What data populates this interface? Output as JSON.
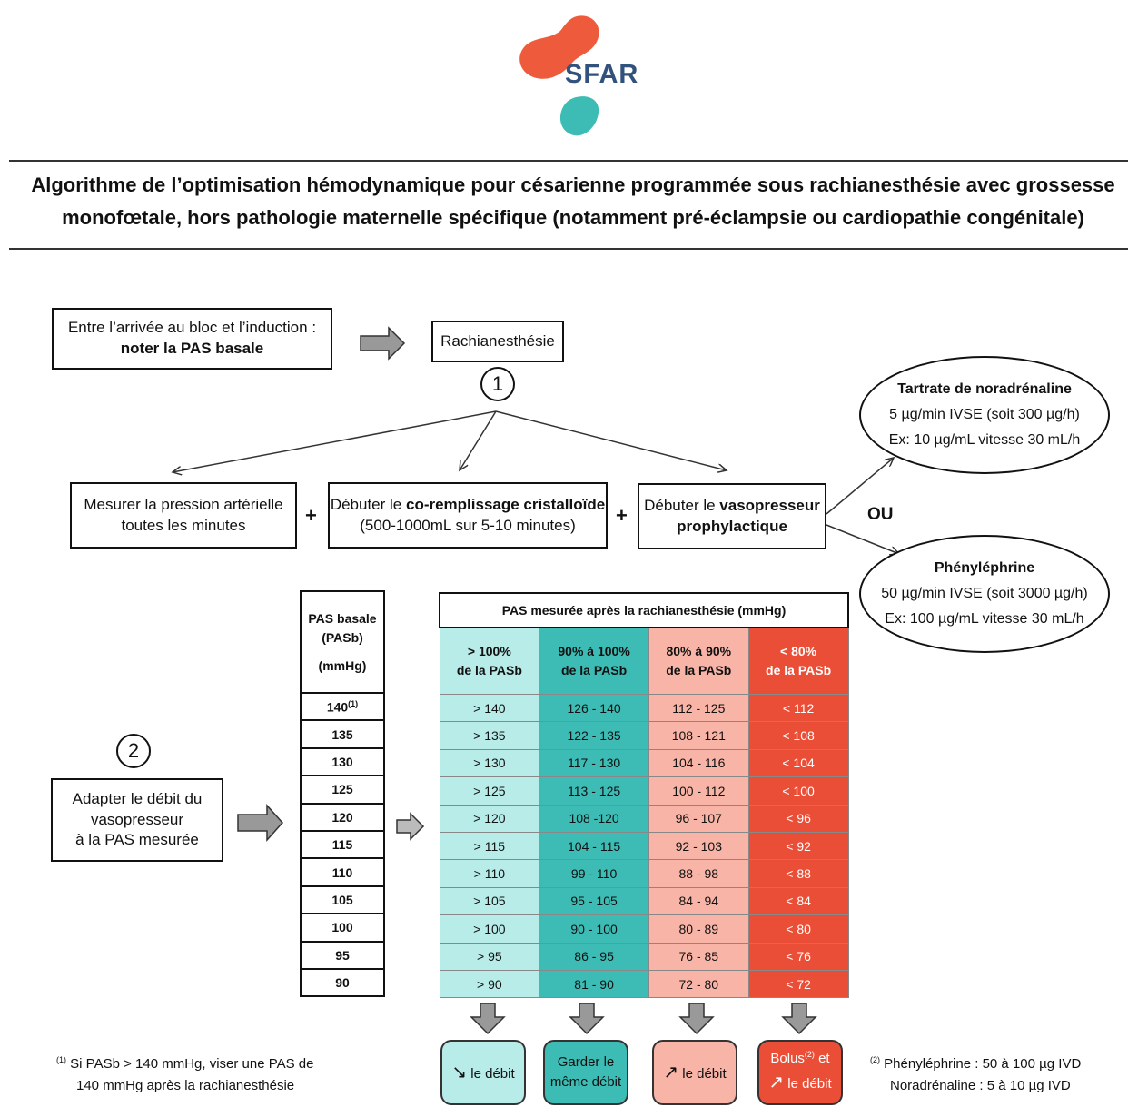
{
  "logo": {
    "text": "SFAR"
  },
  "title": {
    "line1": "Algorithme de l’optimisation hémodynamique pour césarienne programmée sous rachianesthésie avec grossesse",
    "line2": "monofœtale, hors pathologie maternelle spécifique (notamment pré-éclampsie ou cardiopathie congénitale)"
  },
  "step_markers": {
    "one": "1",
    "two": "2"
  },
  "box_arrival": {
    "line1": "Entre l’arrivée au bloc et l’induction :",
    "line2": "noter la PAS basale"
  },
  "box_rachi": "Rachianesthésie",
  "box_measure": {
    "line1": "Mesurer la pression artérielle",
    "line2": "toutes les minutes"
  },
  "box_coremp": {
    "prefix": "Débuter le ",
    "bold": "co-remplissage cristalloïde",
    "line2": "(500-1000mL sur 5-10 minutes)"
  },
  "box_vaso": {
    "prefix": "Débuter le ",
    "bold1": "vasopresseur",
    "bold2": "prophylactique"
  },
  "plus_sign": "+",
  "ou": "OU",
  "ellipse_nora": {
    "title": "Tartrate de noradrénaline",
    "line1": "5 µg/min IVSE (soit 300 µg/h)",
    "line2": "Ex: 10 µg/mL vitesse 30 mL/h"
  },
  "ellipse_phenyl": {
    "title": "Phényléphrine",
    "line1": "50 µg/min IVSE (soit 3000 µg/h)",
    "line2": "Ex: 100 µg/mL vitesse 30 mL/h"
  },
  "box_adapt": {
    "line1": "Adapter le débit du",
    "line2": "vasopresseur",
    "line3": "à la PAS mesurée"
  },
  "pas_table": {
    "head1": "PAS basale",
    "head2": "(PASb)",
    "head3": "(mmHg)",
    "first_sup": "(1)",
    "rows": [
      "140",
      "135",
      "130",
      "125",
      "120",
      "115",
      "110",
      "105",
      "100",
      "95",
      "90"
    ]
  },
  "measured_table": {
    "header": "PAS mesurée après la rachianesthésie (mmHg)",
    "columns": [
      {
        "l1": "> 100%",
        "l2": "de la PASb"
      },
      {
        "l1": "90% à 100%",
        "l2": "de la PASb"
      },
      {
        "l1": "80% à 90%",
        "l2": "de la PASb"
      },
      {
        "l1": "< 80%",
        "l2": "de la PASb"
      }
    ],
    "rows": [
      [
        "> 140",
        "126 - 140",
        "112 - 125",
        "< 112"
      ],
      [
        "> 135",
        "122 - 135",
        "108 - 121",
        "< 108"
      ],
      [
        "> 130",
        "117 - 130",
        "104 - 116",
        "< 104"
      ],
      [
        "> 125",
        "113 - 125",
        "100 - 112",
        "< 100"
      ],
      [
        "> 120",
        "108 -120",
        "96 - 107",
        "< 96"
      ],
      [
        "> 115",
        "104 - 115",
        "92 - 103",
        "< 92"
      ],
      [
        "> 110",
        "99 - 110",
        "88 - 98",
        "< 88"
      ],
      [
        "> 105",
        "95 - 105",
        "84 - 94",
        "< 84"
      ],
      [
        "> 100",
        "90 - 100",
        "80 - 89",
        "< 80"
      ],
      [
        "> 95",
        "86 - 95",
        "76 - 85",
        "< 76"
      ],
      [
        "> 90",
        "81 - 90",
        "72 - 80",
        "< 72"
      ]
    ]
  },
  "outcomes": {
    "decrease": {
      "icon": "↘",
      "label": "le débit"
    },
    "keep": {
      "line1": "Garder le",
      "line2": "même débit"
    },
    "increase": {
      "icon": "↗",
      "label": "le débit"
    },
    "bolus": {
      "word": "Bolus",
      "sup": "(2)",
      "et": " et",
      "icon": "↗",
      "label": "le débit"
    }
  },
  "footnote1": {
    "mark": "(1)",
    "line1": " Si PASb > 140 mmHg, viser une PAS de",
    "line2": "140 mmHg après la rachianesthésie"
  },
  "footnote2": {
    "mark": "(2)",
    "line1": " Phényléphrine : 50 à 100 µg IVD",
    "line2": "Noradrénaline : 5 à 10 µg IVD"
  },
  "colors": {
    "logo_orange": "#ee5b3c",
    "logo_teal": "#3cbcb4",
    "logo_text": "#31527c",
    "col_light_teal": "#b7ece9",
    "col_teal": "#3cbcb4",
    "col_light_red": "#f8b5a7",
    "col_red": "#eb4e36"
  }
}
